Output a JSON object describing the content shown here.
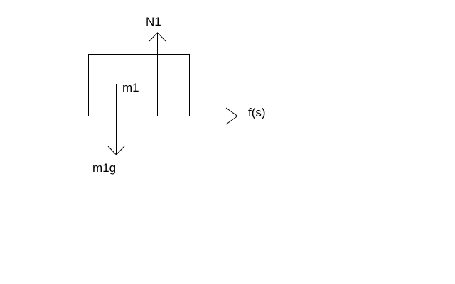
{
  "diagram": {
    "block_label": "m1",
    "normal_force_label": "N1",
    "weight_label": "m1g",
    "friction_label": "f(s)"
  },
  "colors": {
    "background": "#ffffff",
    "stroke": "#000000"
  }
}
